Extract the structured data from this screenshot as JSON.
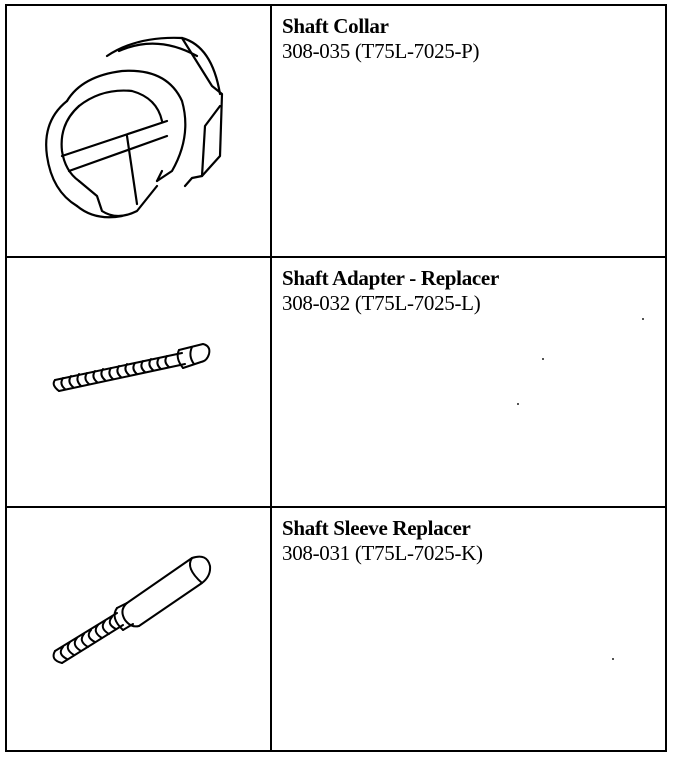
{
  "tools": [
    {
      "name": "Shaft Collar",
      "number": "308-035 (T75L-7025-P)",
      "icon": "shaft-collar-icon"
    },
    {
      "name": "Shaft Adapter - Replacer",
      "number": "308-032 (T75L-7025-L)",
      "icon": "shaft-adapter-replacer-icon"
    },
    {
      "name": "Shaft Sleeve Replacer",
      "number": "308-031 (T75L-7025-K)",
      "icon": "shaft-sleeve-replacer-icon"
    }
  ]
}
